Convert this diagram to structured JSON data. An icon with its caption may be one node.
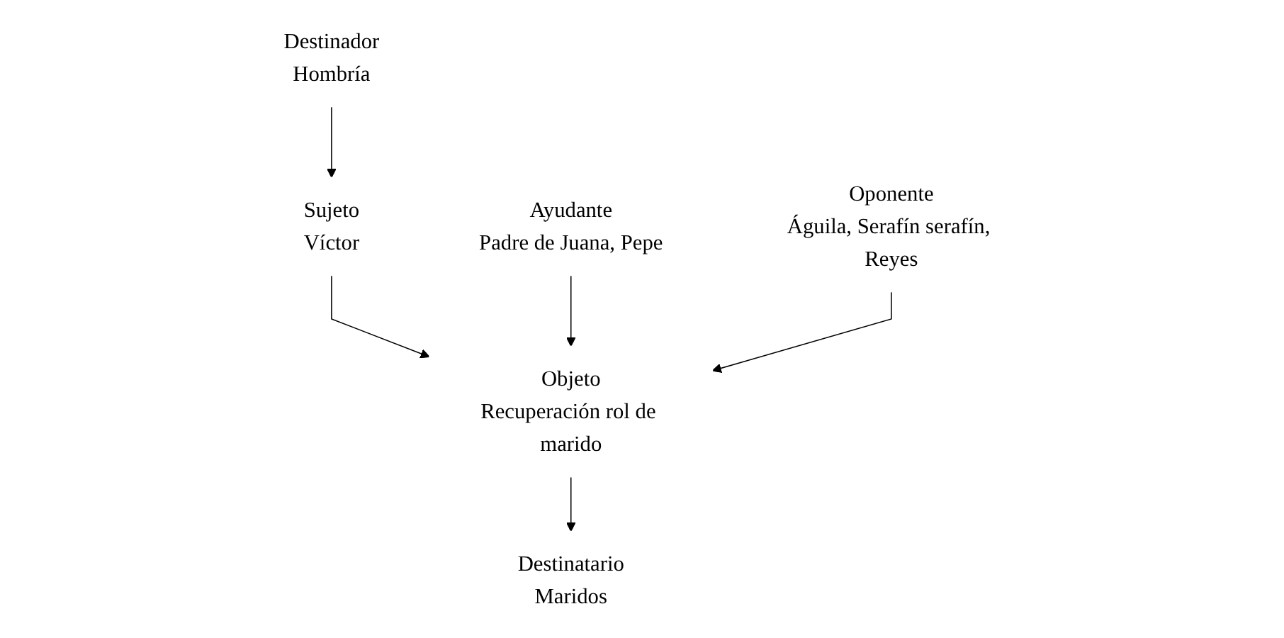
{
  "diagram": {
    "nodes": [
      {
        "text": [
          "Destinador",
          "Hombría"
        ]
      },
      {
        "text": [
          "Destinatario",
          "Maridos"
        ]
      },
      {
        "text": [
          "Sujeto",
          "Víctor"
        ]
      },
      {
        "text": [
          "Ayudante",
          "Padre de Juana, Pepe"
        ]
      },
      {
        "text": [
          "Objeto",
          "Recuperación rol de marido"
        ]
      },
      {
        "text": [
          "Oponente",
          "Águila, Serafín serafín, Reyes"
        ]
      }
    ],
    "edges": [
      {
        "from": 0,
        "to": 2,
        "arrow": "to"
      },
      {
        "from": 4,
        "to": 1,
        "arrow": "to"
      },
      {
        "from": 2,
        "to": 4,
        "arrow": "to"
      },
      {
        "from": 3,
        "to": 4,
        "arrow": "to"
      },
      {
        "from": 5,
        "to": 4,
        "arrow": "to"
      }
    ]
  }
}
